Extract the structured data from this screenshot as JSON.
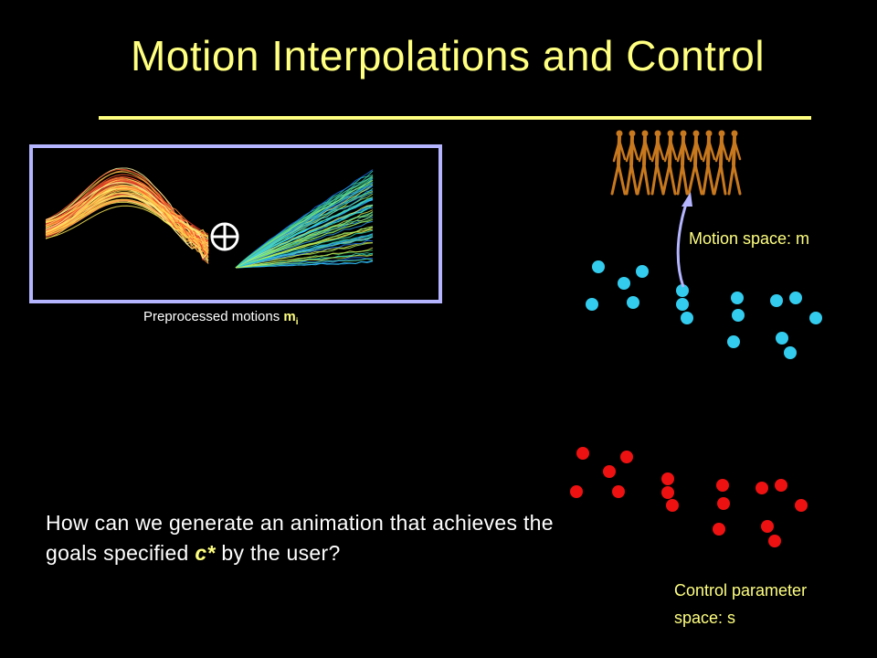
{
  "slide": {
    "title": "Motion Interpolations and Control",
    "caption_text": "Preprocessed motions ",
    "caption_var": "m",
    "caption_sub": "i",
    "motion_space_label": "Motion space: m",
    "control_space_label": "Control parameter\nspace: s",
    "question_part1": "How can we generate an animation that achieves the goals specified ",
    "question_goal": "c*",
    "question_part2": " by the user?"
  },
  "colors": {
    "background": "#000000",
    "title": "#ffff80",
    "frame_border": "#b4b4ff",
    "motion_dots": "#33ccee",
    "control_dots": "#ee1111",
    "arrow": "#b4b4ff",
    "walker": "#c8781e"
  },
  "icons": {
    "combine": "circle-plus-icon",
    "walker": "walking-figure-icon"
  }
}
